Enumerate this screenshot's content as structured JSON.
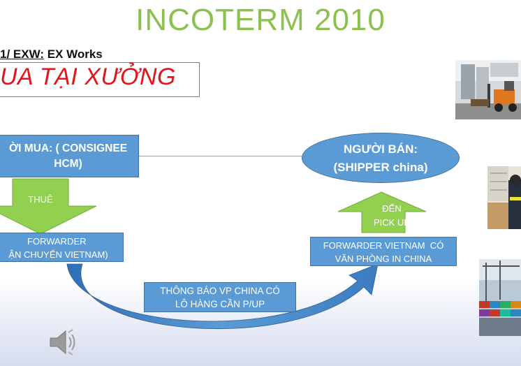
{
  "slide": {
    "title": "INCOTERM 2010",
    "subheading_prefix": "1/ EXW:",
    "subheading_suffix": " EX Works",
    "banner_text": "UA TẠI XƯỞNG"
  },
  "nodes": {
    "buyer_line1": "ỜI MUA: ( CONSIGNEE",
    "buyer_line2": "HCM)",
    "seller_line1": "NGƯỜI BÁN:",
    "seller_line2": "(SHIPPER china)",
    "forwarder_vn_line1": "FORWARDER",
    "forwarder_vn_line2": "ẬN CHUYỂN VIETNAM)",
    "forwarder_china_line1": "FORWARDER VIETNAM  CÓ",
    "forwarder_china_line2": "VĂN PHÒNG IN CHINA",
    "notify_line1": "THÔNG BÁO VP CHINA CÓ",
    "notify_line2": "LÔ HÀNG CẦN P/UP"
  },
  "arrows": {
    "hire_label": "THUÊ",
    "pickup_line1": "ĐẾN",
    "pickup_line2": "PICK UP"
  },
  "colors": {
    "title": "#8cc152",
    "banner_text": "#e3141c",
    "box_fill": "#5b9bd5",
    "arrow_green": "#92d050"
  },
  "icons": [
    "speaker-icon"
  ],
  "photos": [
    "forklift-warehouse-photo",
    "worker-with-boxes-photo",
    "container-port-photo"
  ]
}
